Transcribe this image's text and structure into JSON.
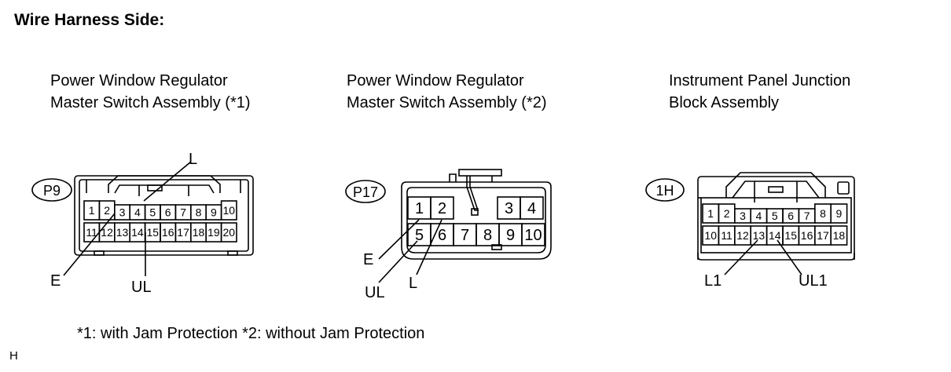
{
  "heading": "Wire Harness Side:",
  "connectors": [
    {
      "title_line1": "Power Window Regulator",
      "title_line2": "Master Switch Assembly (*1)",
      "code": "P9",
      "pins_row1": [
        "1",
        "2",
        "3",
        "4",
        "5",
        "6",
        "7",
        "8",
        "9",
        "10"
      ],
      "pins_row2": [
        "11",
        "12",
        "13",
        "14",
        "15",
        "16",
        "17",
        "18",
        "19",
        "20"
      ],
      "callouts": [
        "L",
        "E",
        "UL"
      ]
    },
    {
      "title_line1": "Power Window Regulator",
      "title_line2": "Master Switch Assembly (*2)",
      "code": "P17",
      "pins_row1": [
        "1",
        "2",
        "3",
        "4"
      ],
      "pins_row2": [
        "5",
        "6",
        "7",
        "8",
        "9",
        "10"
      ],
      "callouts": [
        "E",
        "UL",
        "L"
      ]
    },
    {
      "title_line1": "Instrument Panel Junction",
      "title_line2": "Block Assembly",
      "code": "1H",
      "pins_row1": [
        "1",
        "2",
        "3",
        "4",
        "5",
        "6",
        "7",
        "8",
        "9"
      ],
      "pins_row2": [
        "10",
        "11",
        "12",
        "13",
        "14",
        "15",
        "16",
        "17",
        "18"
      ],
      "callouts": [
        "L1",
        "UL1"
      ]
    }
  ],
  "footnote": "*1: with Jam Protection  *2: without Jam Protection",
  "figure_code": "H"
}
